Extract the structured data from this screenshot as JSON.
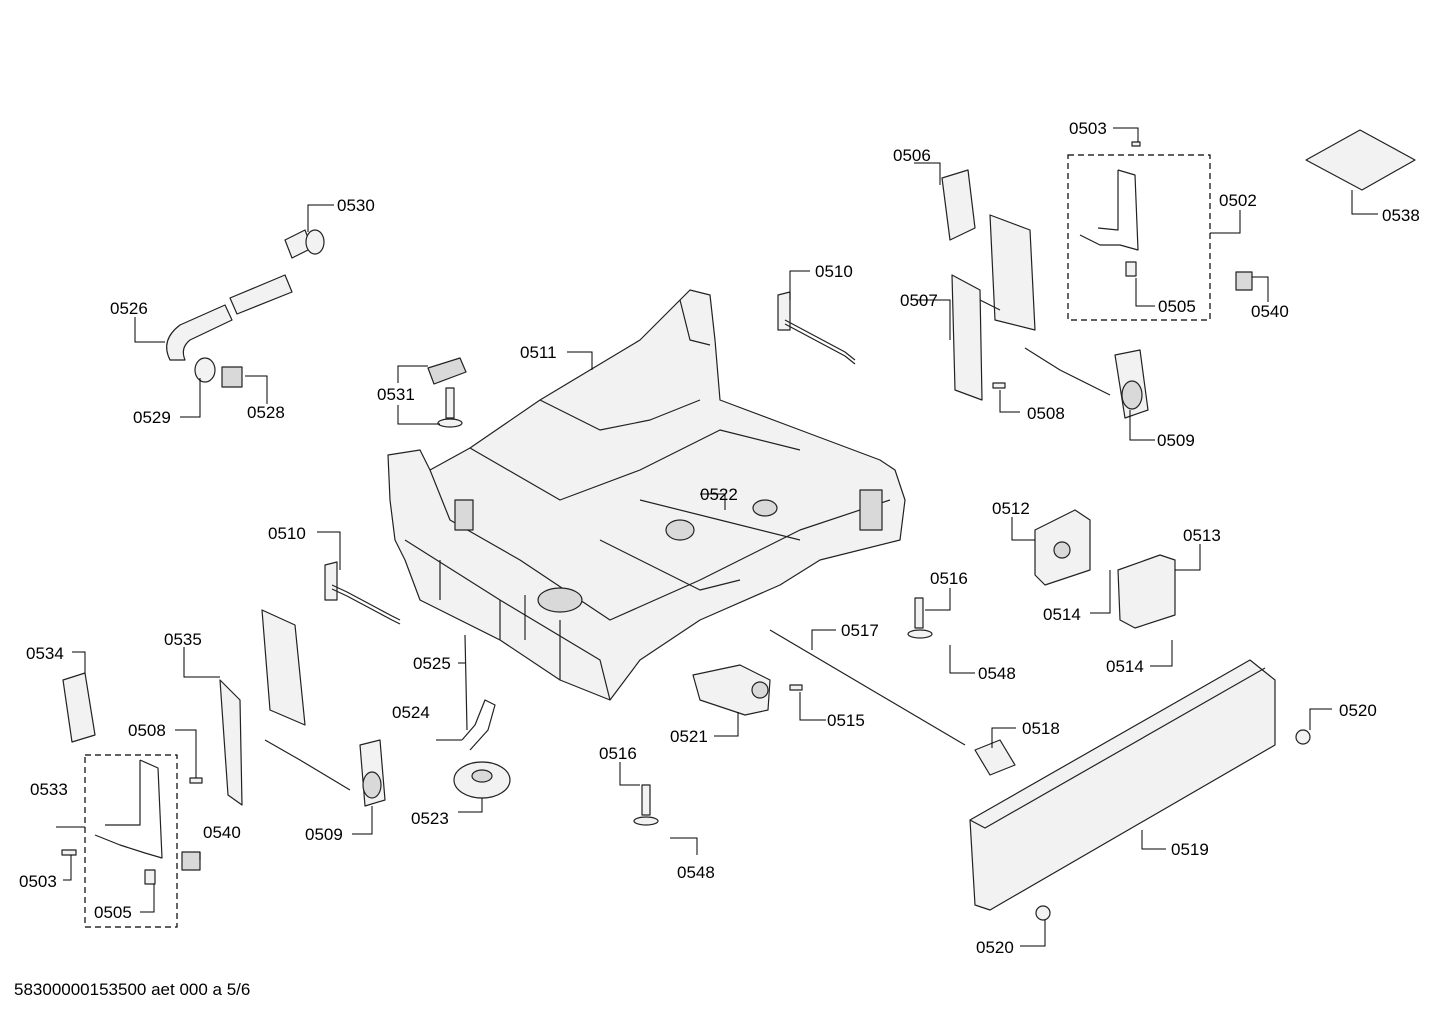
{
  "footer": "58300000153500 aet 000 a 5/6",
  "labels": {
    "l0530": "0530",
    "l0526": "0526",
    "l0529": "0529",
    "l0528": "0528",
    "l0531": "0531",
    "l0511": "0511",
    "l0510a": "0510",
    "l0510b": "0510",
    "l0506": "0506",
    "l0507": "0507",
    "l0508a": "0508",
    "l0509a": "0509",
    "l0503a": "0503",
    "l0502": "0502",
    "l0505a": "0505",
    "l0540a": "0540",
    "l0538": "0538",
    "l0522": "0522",
    "l0512": "0512",
    "l0513": "0513",
    "l0514a": "0514",
    "l0514b": "0514",
    "l0516a": "0516",
    "l0548a": "0548",
    "l0517": "0517",
    "l0518": "0518",
    "l0520a": "0520",
    "l0520b": "0520",
    "l0519": "0519",
    "l0521": "0521",
    "l0515": "0515",
    "l0516b": "0516",
    "l0548b": "0548",
    "l0525": "0525",
    "l0524": "0524",
    "l0523": "0523",
    "l0509b": "0509",
    "l0535": "0535",
    "l0534": "0534",
    "l0508b": "0508",
    "l0533": "0533",
    "l0503b": "0503",
    "l0505b": "0505",
    "l0540b": "0540"
  }
}
